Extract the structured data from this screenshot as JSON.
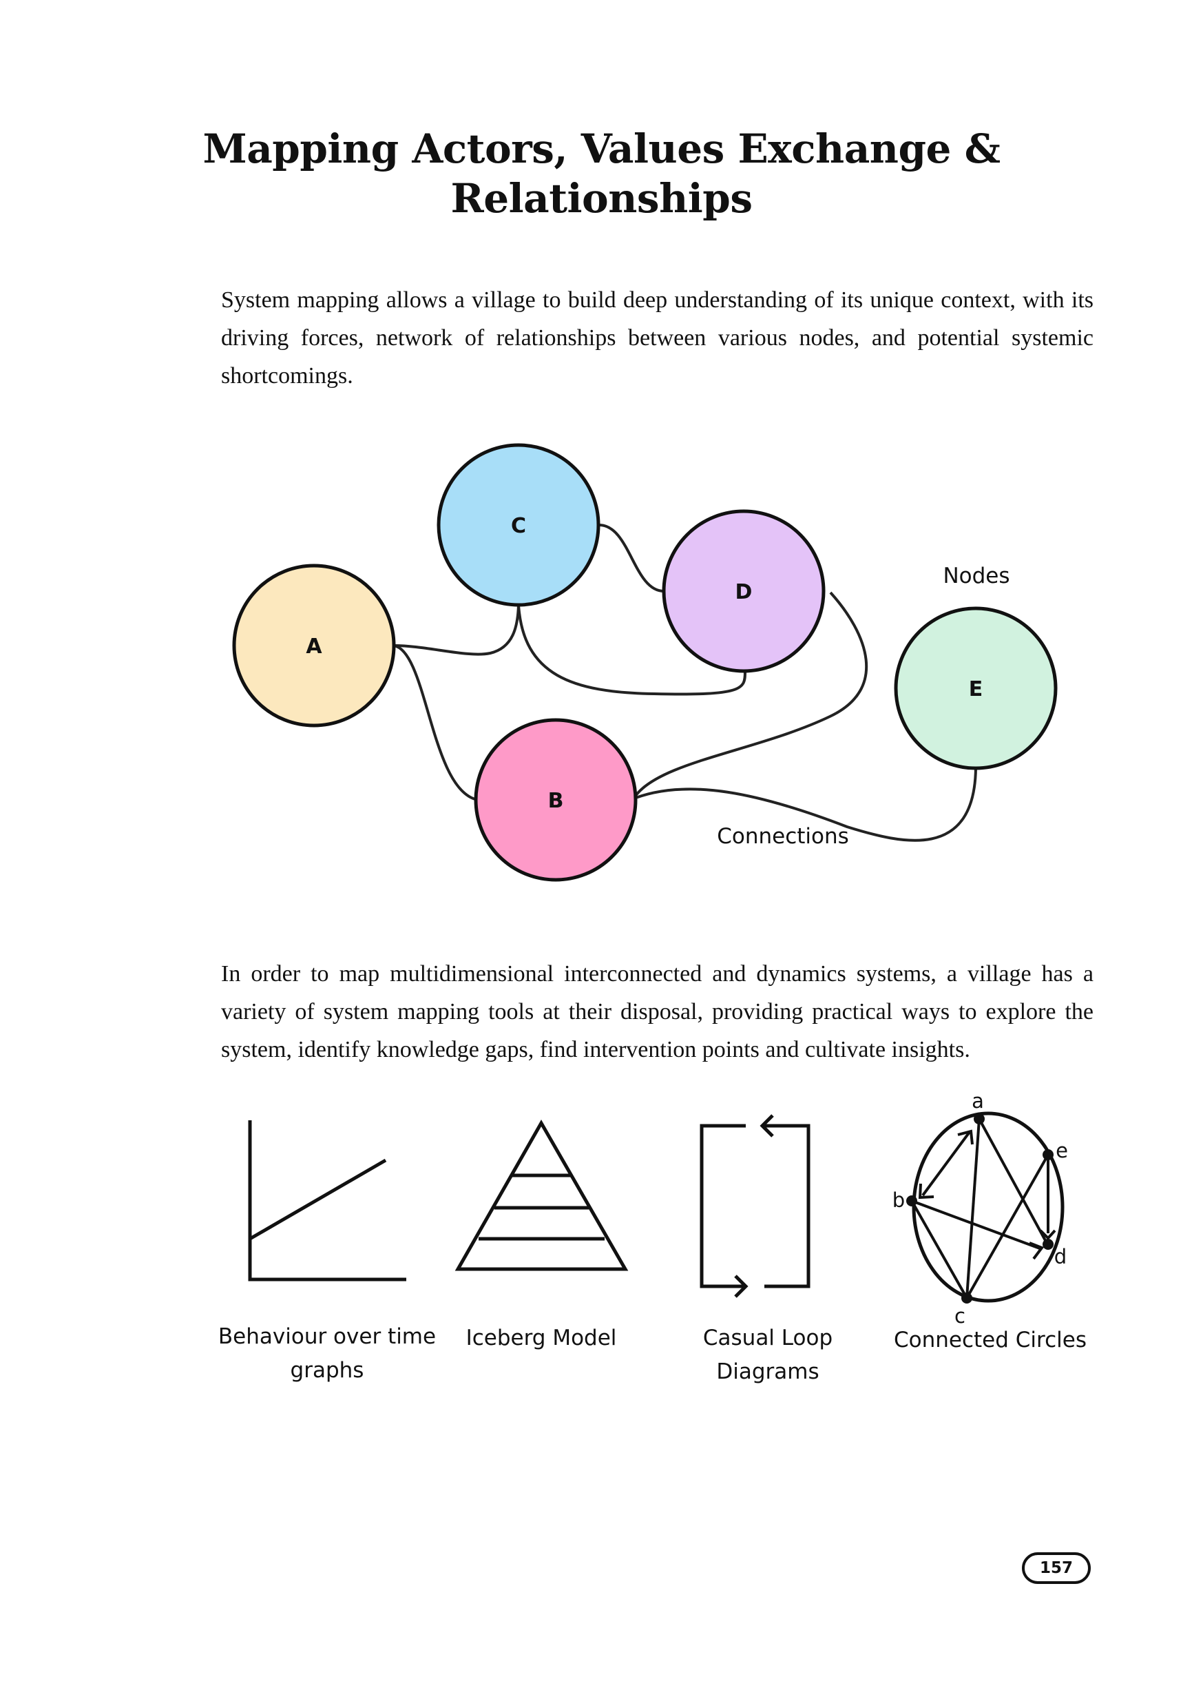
{
  "page": {
    "title_lines": [
      "Mapping Actors, Values Exchange &",
      "Relationships"
    ],
    "paragraph1": "System mapping allows a village to build deep understanding of its unique context, with its driving forces, network of relationships between various nodes, and potential systemic shortcomings.",
    "paragraph2": "In order to map multidimensional interconnected and dynamics systems, a village has a variety of system mapping tools at their disposal, providing practical ways to explore the system, identify knowledge gaps, find intervention points and cultivate insights.",
    "page_number": "157"
  },
  "network_diagram": {
    "nodes": [
      {
        "id": "A",
        "label": "A",
        "color": "#FCE8BE"
      },
      {
        "id": "B",
        "label": "B",
        "color": "#FE9AC8"
      },
      {
        "id": "C",
        "label": "C",
        "color": "#A8DEF8"
      },
      {
        "id": "D",
        "label": "D",
        "color": "#E4C3F8"
      },
      {
        "id": "E",
        "label": "E",
        "color": "#D1F2DF"
      }
    ],
    "edges": [
      [
        "A",
        "C"
      ],
      [
        "A",
        "B"
      ],
      [
        "C",
        "D"
      ],
      [
        "C",
        "D"
      ],
      [
        "D",
        "B"
      ],
      [
        "B",
        "E"
      ]
    ],
    "nodes_caption": "Nodes",
    "connections_caption": "Connections"
  },
  "tools": [
    {
      "name": "behaviour-graph",
      "caption_lines": [
        "Behaviour over time",
        "graphs"
      ]
    },
    {
      "name": "iceberg-model",
      "caption_lines": [
        "Iceberg Model"
      ]
    },
    {
      "name": "causal-loop",
      "caption_lines": [
        "Casual Loop",
        "Diagrams"
      ]
    },
    {
      "name": "connected-circles",
      "caption_lines": [
        "Connected Circles"
      ],
      "points": [
        "a",
        "b",
        "c",
        "d",
        "e"
      ]
    }
  ]
}
